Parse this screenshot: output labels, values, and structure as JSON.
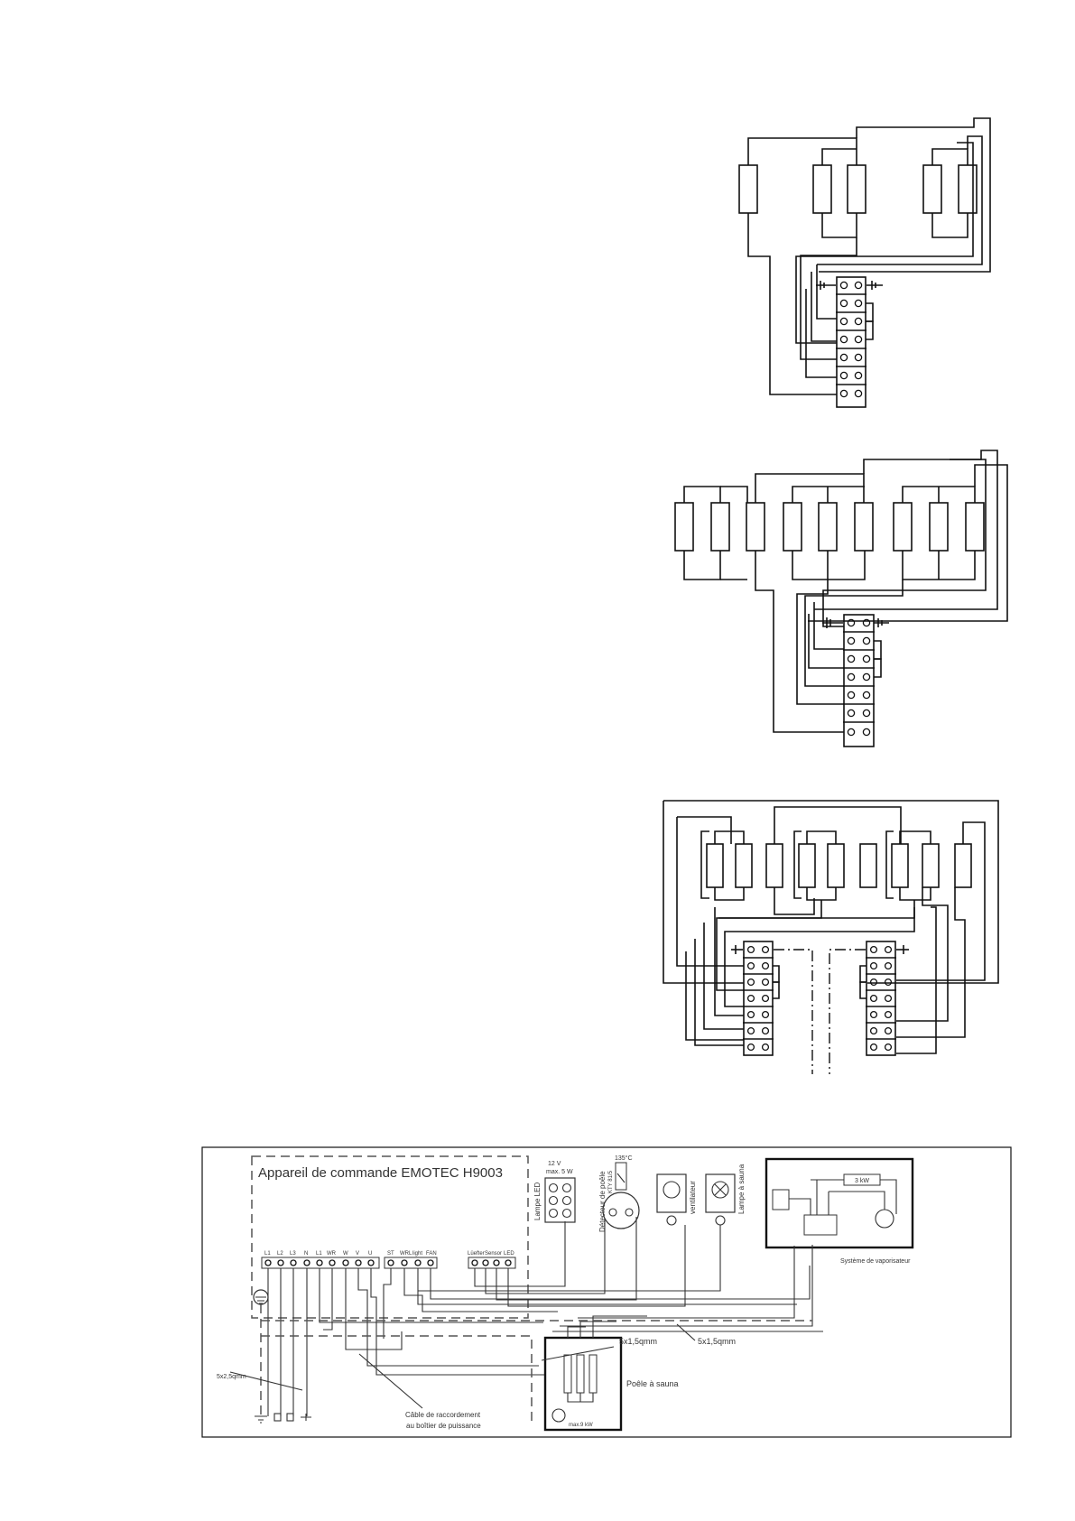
{
  "bottom_diagram": {
    "controller_title": "Appareil de commande EMOTEC H9003",
    "terminals_main": [
      "L1",
      "L2",
      "L3",
      "N",
      "L1",
      "WR",
      "W",
      "V",
      "U"
    ],
    "terminals_mid": [
      "ST",
      "WRL",
      "light",
      "FAN"
    ],
    "terminals_right": [
      "Lüefter",
      "Sensor",
      "LED"
    ],
    "led_voltage": "12 V",
    "led_power": "max. 5 W",
    "led_lamp_label": "Lampe LED",
    "stove_sensor_label": "Détecteur de poêle",
    "sensor_temp": "135°C",
    "sensor_model": "KTY 81/5",
    "fan_label": "ventilateur",
    "sauna_lamp_label": "Lampe à sauna",
    "vaporizer_label": "Système de vaporisateur",
    "vaporizer_power": "3 kW",
    "cable_1": "5x1,5qmm",
    "cable_2": "5x1,5qmm",
    "cable_supply": "5x2,5qmm",
    "power_cable_line1": "Câble de raccordement",
    "power_cable_line2": "au boîtier de puissance",
    "stove_label": "Poêle à sauna",
    "stove_power": "max.9 kW"
  }
}
